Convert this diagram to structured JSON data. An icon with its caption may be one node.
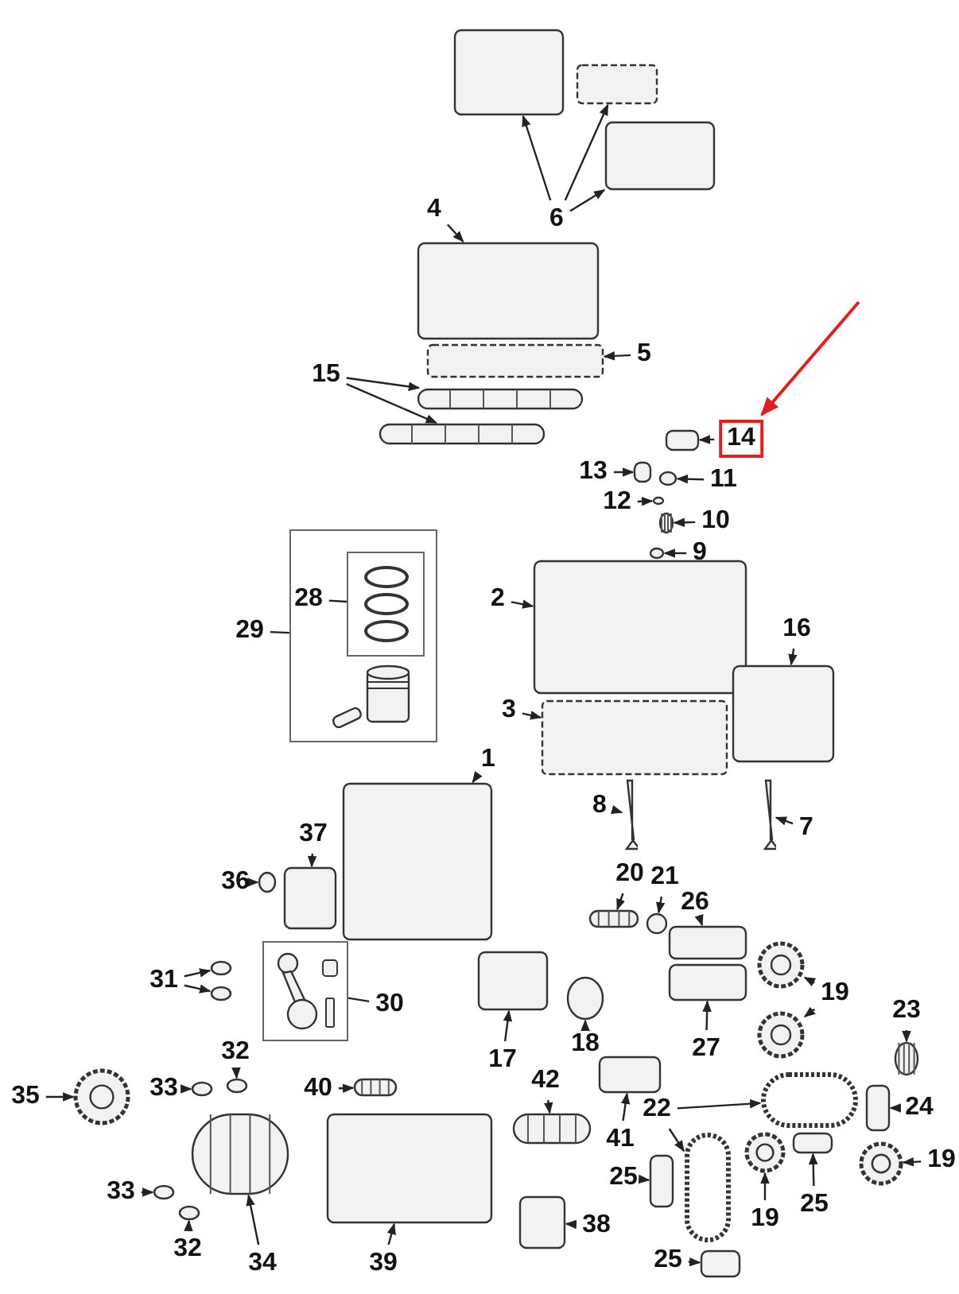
{
  "diagram": {
    "nodes": [
      {
        "text": [
          "6"
        ]
      },
      {
        "text": [],
        "shape": "box"
      },
      {
        "text": [],
        "shape": "box"
      },
      {
        "text": [],
        "shape": "box"
      },
      {
        "text": [
          "4"
        ]
      },
      {
        "text": [],
        "shape": "box"
      },
      {
        "text": [
          "5"
        ]
      },
      {
        "text": [],
        "shape": "box"
      },
      {
        "text": [
          "15"
        ]
      },
      {
        "text": [],
        "shape": "bar"
      },
      {
        "text": [],
        "shape": "bar"
      },
      {
        "text": [
          "14"
        ]
      },
      {
        "text": [],
        "shape": "box"
      },
      {
        "text": [
          "13"
        ]
      },
      {
        "text": [],
        "shape": "box"
      },
      {
        "text": [
          "11"
        ]
      },
      {
        "text": [],
        "shape": "circle"
      },
      {
        "text": [
          "12"
        ]
      },
      {
        "text": [],
        "shape": "box"
      },
      {
        "text": [
          "10"
        ]
      },
      {
        "text": [],
        "shape": "bar"
      },
      {
        "text": [
          "9"
        ]
      },
      {
        "text": [],
        "shape": "circle"
      },
      {
        "text": [
          "29"
        ]
      },
      {
        "text": [],
        "shape": "box"
      },
      {
        "text": [
          "28"
        ],
        "in": 24
      },
      {
        "text": [],
        "shape": "box",
        "in": 24
      },
      {
        "text": [
          "2"
        ]
      },
      {
        "text": [],
        "shape": "box"
      },
      {
        "text": [
          "16"
        ]
      },
      {
        "text": [],
        "shape": "box"
      },
      {
        "text": [
          "3"
        ]
      },
      {
        "text": [],
        "shape": "box"
      },
      {
        "text": [
          "1"
        ]
      },
      {
        "text": [],
        "shape": "box"
      },
      {
        "text": [
          "8"
        ]
      },
      {
        "text": [],
        "shape": "bar"
      },
      {
        "text": [
          "7"
        ]
      },
      {
        "text": [],
        "shape": "bar"
      },
      {
        "text": [
          "37"
        ]
      },
      {
        "text": [],
        "shape": "box"
      },
      {
        "text": [
          "36"
        ]
      },
      {
        "text": [],
        "shape": "circle"
      },
      {
        "text": [
          "20"
        ]
      },
      {
        "text": [],
        "shape": "bar"
      },
      {
        "text": [
          "21"
        ]
      },
      {
        "text": [],
        "shape": "circle"
      },
      {
        "text": [
          "26"
        ]
      },
      {
        "text": [],
        "shape": "box"
      },
      {
        "text": [
          "19"
        ]
      },
      {
        "text": [],
        "shape": "circle"
      },
      {
        "text": [],
        "shape": "circle"
      },
      {
        "text": [
          "23"
        ]
      },
      {
        "text": [],
        "shape": "bar"
      },
      {
        "text": [
          "31"
        ]
      },
      {
        "text": [],
        "shape": "circle"
      },
      {
        "text": [],
        "shape": "circle"
      },
      {
        "text": [
          "30"
        ]
      },
      {
        "text": [],
        "shape": "box"
      },
      {
        "text": [
          "17"
        ]
      },
      {
        "text": [],
        "shape": "box"
      },
      {
        "text": [
          "18"
        ]
      },
      {
        "text": [],
        "shape": "circle"
      },
      {
        "text": [
          "27"
        ]
      },
      {
        "text": [],
        "shape": "box"
      },
      {
        "text": [
          "32"
        ]
      },
      {
        "text": [],
        "shape": "circle"
      },
      {
        "text": [
          "33"
        ]
      },
      {
        "text": [],
        "shape": "circle"
      },
      {
        "text": [
          "35"
        ]
      },
      {
        "text": [],
        "shape": "circle"
      },
      {
        "text": [
          "40"
        ]
      },
      {
        "text": [],
        "shape": "bar"
      },
      {
        "text": [
          "42"
        ]
      },
      {
        "text": [],
        "shape": "bar"
      },
      {
        "text": [
          "22"
        ]
      },
      {
        "text": [],
        "shape": "box"
      },
      {
        "text": [],
        "shape": "box"
      },
      {
        "text": [
          "24"
        ]
      },
      {
        "text": [],
        "shape": "box"
      },
      {
        "text": [
          "41"
        ]
      },
      {
        "text": [],
        "shape": "box"
      },
      {
        "text": [
          "19"
        ]
      },
      {
        "text": [],
        "shape": "circle"
      },
      {
        "text": [
          "25"
        ]
      },
      {
        "text": [],
        "shape": "box"
      },
      {
        "text": [
          "25"
        ]
      },
      {
        "text": [],
        "shape": "box"
      },
      {
        "text": [
          "19"
        ]
      },
      {
        "text": [],
        "shape": "circle"
      },
      {
        "text": [
          "33"
        ]
      },
      {
        "text": [],
        "shape": "circle"
      },
      {
        "text": [
          "32"
        ]
      },
      {
        "text": [],
        "shape": "circle"
      },
      {
        "text": [
          "34"
        ]
      },
      {
        "text": [],
        "shape": "bar"
      },
      {
        "text": [
          "39"
        ]
      },
      {
        "text": [],
        "shape": "box"
      },
      {
        "text": [
          "38"
        ]
      },
      {
        "text": [],
        "shape": "box"
      },
      {
        "text": [
          "25"
        ]
      },
      {
        "text": [],
        "shape": "box"
      }
    ],
    "edges": [
      {
        "from": 0,
        "to": 1,
        "arrow": "to"
      },
      {
        "from": 0,
        "to": 2,
        "arrow": "to"
      },
      {
        "from": 0,
        "to": 3,
        "arrow": "to"
      },
      {
        "from": 4,
        "to": 5,
        "arrow": "to"
      },
      {
        "from": 6,
        "to": 7,
        "arrow": "to"
      },
      {
        "from": 8,
        "to": 9,
        "arrow": "to"
      },
      {
        "from": 8,
        "to": 10,
        "arrow": "to"
      },
      {
        "from": 11,
        "to": 12,
        "arrow": "to"
      },
      {
        "from": 13,
        "to": 14,
        "arrow": "to"
      },
      {
        "from": 15,
        "to": 16,
        "arrow": "to"
      },
      {
        "from": 17,
        "to": 18,
        "arrow": "to"
      },
      {
        "from": 19,
        "to": 20,
        "arrow": "to"
      },
      {
        "from": 21,
        "to": 22,
        "arrow": "to"
      },
      {
        "from": 23,
        "to": 24,
        "arrow": "none"
      },
      {
        "from": 25,
        "to": 26,
        "arrow": "none"
      },
      {
        "from": 27,
        "to": 28,
        "arrow": "to"
      },
      {
        "from": 29,
        "to": 30,
        "arrow": "to"
      },
      {
        "from": 31,
        "to": 32,
        "arrow": "to"
      },
      {
        "from": 33,
        "to": 34,
        "arrow": "to"
      },
      {
        "from": 35,
        "to": 36,
        "arrow": "to"
      },
      {
        "from": 37,
        "to": 38,
        "arrow": "to"
      },
      {
        "from": 39,
        "to": 40,
        "arrow": "to"
      },
      {
        "from": 41,
        "to": 42,
        "arrow": "to"
      },
      {
        "from": 43,
        "to": 44,
        "arrow": "to"
      },
      {
        "from": 45,
        "to": 46,
        "arrow": "to"
      },
      {
        "from": 47,
        "to": 48,
        "arrow": "to"
      },
      {
        "from": 49,
        "to": 50,
        "arrow": "to"
      },
      {
        "from": 49,
        "to": 51,
        "arrow": "to"
      },
      {
        "from": 52,
        "to": 53,
        "arrow": "to"
      },
      {
        "from": 54,
        "to": 55,
        "arrow": "to"
      },
      {
        "from": 54,
        "to": 56,
        "arrow": "to"
      },
      {
        "from": 57,
        "to": 58,
        "arrow": "none"
      },
      {
        "from": 59,
        "to": 60,
        "arrow": "to"
      },
      {
        "from": 61,
        "to": 62,
        "arrow": "to"
      },
      {
        "from": 63,
        "to": 64,
        "arrow": "to"
      },
      {
        "from": 65,
        "to": 66,
        "arrow": "to"
      },
      {
        "from": 67,
        "to": 68,
        "arrow": "to"
      },
      {
        "from": 69,
        "to": 70,
        "arrow": "to"
      },
      {
        "from": 71,
        "to": 72,
        "arrow": "to"
      },
      {
        "from": 73,
        "to": 74,
        "arrow": "to"
      },
      {
        "from": 75,
        "to": 76,
        "arrow": "to"
      },
      {
        "from": 75,
        "to": 77,
        "arrow": "to"
      },
      {
        "from": 78,
        "to": 79,
        "arrow": "to"
      },
      {
        "from": 80,
        "to": 81,
        "arrow": "to"
      },
      {
        "from": 82,
        "to": 83,
        "arrow": "to"
      },
      {
        "from": 84,
        "to": 85,
        "arrow": "to"
      },
      {
        "from": 86,
        "to": 87,
        "arrow": "to"
      },
      {
        "from": 88,
        "to": 89,
        "arrow": "to"
      },
      {
        "from": 90,
        "to": 91,
        "arrow": "to"
      },
      {
        "from": 92,
        "to": 93,
        "arrow": "to"
      },
      {
        "from": 94,
        "to": 95,
        "arrow": "to"
      },
      {
        "from": 96,
        "to": 97,
        "arrow": "to"
      },
      {
        "from": 98,
        "to": 99,
        "arrow": "to"
      },
      {
        "from": 100,
        "to": 101,
        "arrow": "to"
      },
      {
        "from": null,
        "to": 11,
        "arrow": "to",
        "color": "#e02020"
      }
    ]
  }
}
